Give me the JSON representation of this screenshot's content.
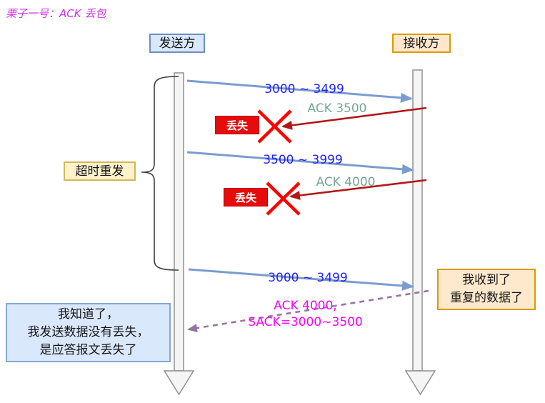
{
  "title": "栗子一号：ACK 丢包",
  "actors": {
    "sender": "发送方",
    "receiver": "接收方"
  },
  "annotations": {
    "timeout": "超时重发",
    "lost1": "丢失",
    "lost2": "丢失",
    "receiver_note": {
      "line1": "我收到了",
      "line2": "重复的数据了"
    },
    "sender_note": {
      "line1": "我知道了，",
      "line2": "我发送数据没有丢失，",
      "line3": "是应答报文丢失了"
    }
  },
  "messages": {
    "data1": "3000 ~ 3499",
    "ack1": "ACK 3500",
    "data2": "3500 ~ 3999",
    "ack2": "ACK 4000",
    "data3": "3000 ~ 3499",
    "sack_line1": "ACK 4000,",
    "sack_line2": "SACK=3000~3500"
  },
  "colors": {
    "title_text": "#cc33e6",
    "data_arrow": "#7b9cd0",
    "lost_ack_arrow": "#b01818",
    "sack_arrow": "#9673a6",
    "data_label_text": "#2121ff",
    "ack_label_text": "#76a695",
    "sack_label_text": "#ff00ff",
    "lost_badge_bg": "#e60c0c",
    "cross_mark": "#ff0000",
    "sender_box_bg": "#dae8fc",
    "sender_box_border": "#6c8ebf",
    "receiver_box_bg": "#ffe6cc",
    "receiver_box_border": "#d79b00",
    "timeout_box_bg": "#fff2cc",
    "timeout_box_border": "#d6b656",
    "lifeline_fill": "#f5f5f5",
    "lifeline_border": "#909090"
  }
}
